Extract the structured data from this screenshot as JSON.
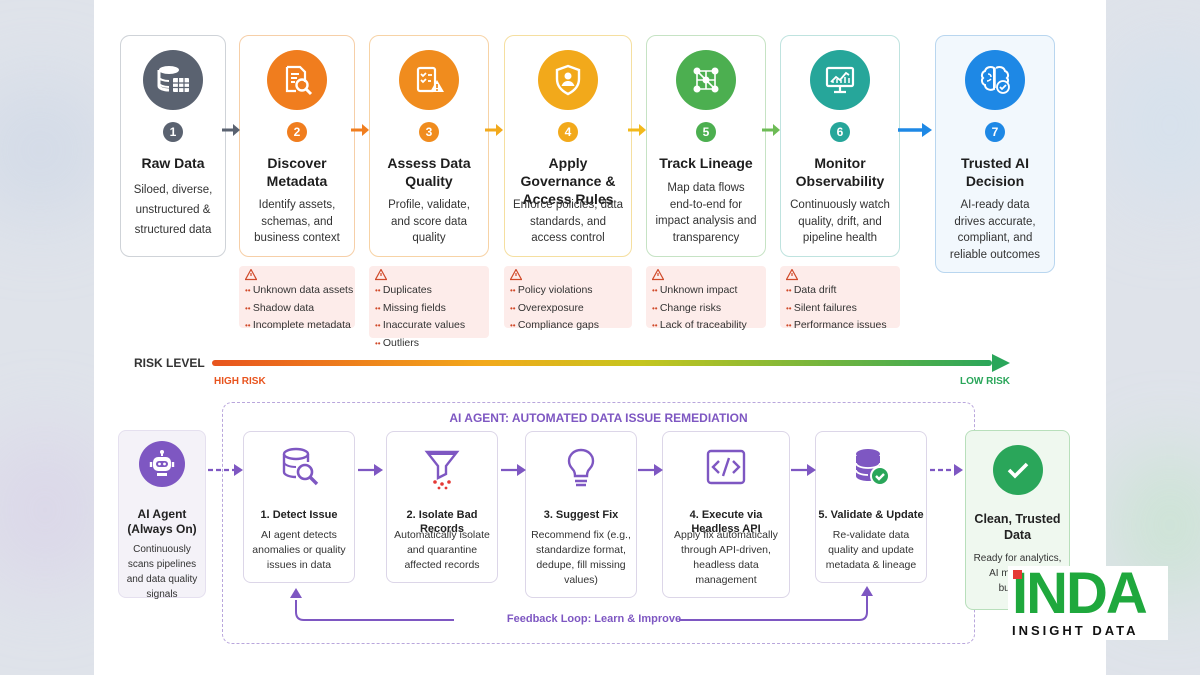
{
  "pipeline": [
    {
      "number": "1",
      "title": "Raw Data",
      "desc": "Siloed, diverse, unstructured & structured data",
      "icon": "database-table-icon",
      "color": "#5a6270"
    },
    {
      "number": "2",
      "title": "Discover Metadata",
      "desc": "Identify assets, schemas, and business context",
      "icon": "document-search-icon",
      "color": "#f07d1e"
    },
    {
      "number": "3",
      "title": "Assess Data Quality",
      "desc": "Profile, validate, and score data quality",
      "icon": "checklist-warning-icon",
      "color": "#f08c1e"
    },
    {
      "number": "4",
      "title": "Apply Governance & Access Rules",
      "desc": "Enforce policies, data standards, and access control",
      "icon": "shield-user-icon",
      "color": "#f2a91b"
    },
    {
      "number": "5",
      "title": "Track Lineage",
      "desc": "Map data flows end-to-end for impact analysis and transparency",
      "icon": "network-nodes-icon",
      "color": "#4caf50"
    },
    {
      "number": "6",
      "title": "Monitor Observability",
      "desc": "Continuously watch quality, drift, and pipeline health",
      "icon": "monitor-chart-icon",
      "color": "#26a69a"
    },
    {
      "number": "7",
      "title": "Trusted AI Decision",
      "desc": "AI-ready data drives accurate, compliant, and reliable outcomes",
      "icon": "brain-check-icon",
      "color": "#1e88e5"
    }
  ],
  "risks": [
    [
      "Unknown data assets",
      "Shadow data",
      "Incomplete metadata"
    ],
    [
      "Duplicates",
      "Missing fields",
      "Inaccurate values",
      "Outliers"
    ],
    [
      "Policy violations",
      "Overexposure",
      "Compliance gaps"
    ],
    [
      "Unknown impact",
      "Change risks",
      "Lack of traceability"
    ],
    [
      "Data drift",
      "Silent failures",
      "Performance issues"
    ]
  ],
  "risk_level": {
    "label": "RISK LEVEL",
    "high": "HIGH RISK",
    "low": "LOW RISK",
    "high_color": "#e8541e",
    "low_color": "#2aa65a"
  },
  "agent": {
    "section_title": "AI AGENT: AUTOMATED DATA ISSUE REMEDIATION",
    "agent_title": "AI Agent (Always On)",
    "agent_desc": "Continuously scans pipelines and data quality signals",
    "steps": [
      {
        "title": "1. Detect Issue",
        "desc": "AI agent detects anomalies or quality issues in data",
        "icon": "database-search-icon"
      },
      {
        "title": "2. Isolate Bad Records",
        "desc": "Automatically isolate and quarantine affected records",
        "icon": "funnel-icon"
      },
      {
        "title": "3. Suggest Fix",
        "desc": "Recommend fix (e.g., standardize format, dedupe, fill missing values)",
        "icon": "lightbulb-icon"
      },
      {
        "title": "4. Execute via Headless API",
        "desc": "Apply fix automatically through API-driven, headless data management",
        "icon": "code-icon"
      },
      {
        "title": "5. Validate & Update",
        "desc": "Re-validate data quality and update metadata & lineage",
        "icon": "database-check-icon"
      }
    ],
    "feedback": "Feedback Loop: Learn & Improve",
    "result_title": "Clean, Trusted Data",
    "result_desc": "Ready for analytics, AI mo... ...ed busine...",
    "accent": "#7e57c2"
  },
  "brand": {
    "logo": "INDA",
    "tagline": "INSIGHT DATA",
    "color": "#1fa83d"
  }
}
